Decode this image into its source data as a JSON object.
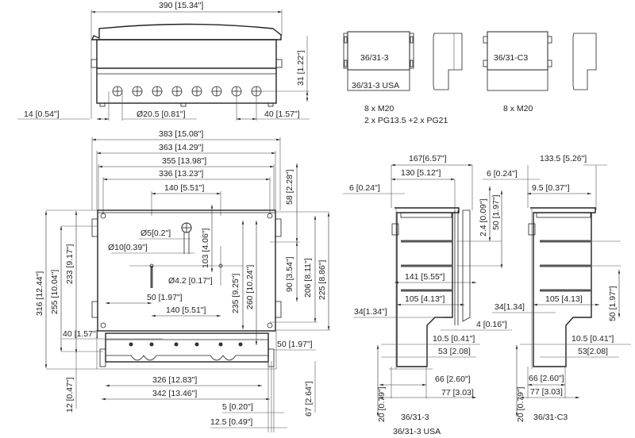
{
  "top_view": {
    "width_total": "390 [15.34\"]",
    "height_gland": "31 [1.22\"]",
    "offset_left": "14 [0.54\"]",
    "gland_diameter": "Ø20.5 [0.81\"]",
    "gland_pitch": "40 [1.57\"]"
  },
  "variants": {
    "v1_label": "36/31-3",
    "v1_usa_label": "36/31-3 USA",
    "v1_glands_1": "8 x M20",
    "v1_glands_2": "2 x PG13.5 +2 x PG21",
    "v2_label": "36/31-C3",
    "v2_glands": "8 x M20"
  },
  "front_view": {
    "w383": "383 [15.08\"]",
    "w363": "363 [14.29\"]",
    "w355": "355 [13.98\"]",
    "w336": "336 [13.23\"]",
    "w140_top": "140 [5.51\"]",
    "d5": "Ø5[0.2\"]",
    "d10": "Ø10[0.39\"]",
    "h103": "103 [4.06\"]",
    "d42": "Ø4.2 [0.17\"]",
    "w50": "50 [1.97\"]",
    "w140_bottom": "140 [5.51\"]",
    "h235": "235 [9.25\"]",
    "h260": "260 [10.24\"]",
    "h58": "58 [2.28\"]",
    "h90": "90 [3.54\"]",
    "h206": "206 [8.11\"]",
    "h225": "225 [8.86\"]",
    "h316": "316 [12.44\"]",
    "h255": "255 [10.04\"]",
    "h233": "233 [9.17\"]",
    "h40": "40 [1.57\"]",
    "h50_right": "50 [1.97\"]",
    "h12": "12 [0.47\"]",
    "w326": "326 [12.83\"]",
    "w342": "342 [13.46\"]",
    "w5": "5 [0.20\"]",
    "w125": "12.5 [0.49\"]",
    "h67": "67 [2.64\"]"
  },
  "section_3": {
    "d167": "167[6.57\"]",
    "d130": "130 [5.12\"]",
    "d6": "6 [0.24\"]",
    "d24": "2.4 [0.09\"]",
    "d50": "50 [1.97\"]",
    "d141": "141 [5.55\"]",
    "d105": "105 [4.13\"]",
    "d34": "34[1.34\"]",
    "d4": "4 [0.16\"]",
    "d105b": "10.5 [0.41\"]",
    "d53": "53 [2.08]",
    "d66": "66 [2.60\"]",
    "d77": "77  [3.03]",
    "d20": "20 [0.79\"]",
    "caption1": "36/31-3",
    "caption2": "36/31-3 USA"
  },
  "section_c3": {
    "d1335": "133.5 [5.26\"]",
    "d6": "6 [0.24\"]",
    "d95": "9.5 [0.37\"]",
    "d50": "50 [1.97\"]",
    "d105": "105 [4.13]",
    "d34": "34[1.34]",
    "d105b": "10.5 [0.41\"]",
    "d53": "53[2.08]",
    "d66": "66 [2.60\"]",
    "d77": "77 [3.03]",
    "d20": "20 [0.79\"]",
    "caption": "36/31-C3"
  }
}
